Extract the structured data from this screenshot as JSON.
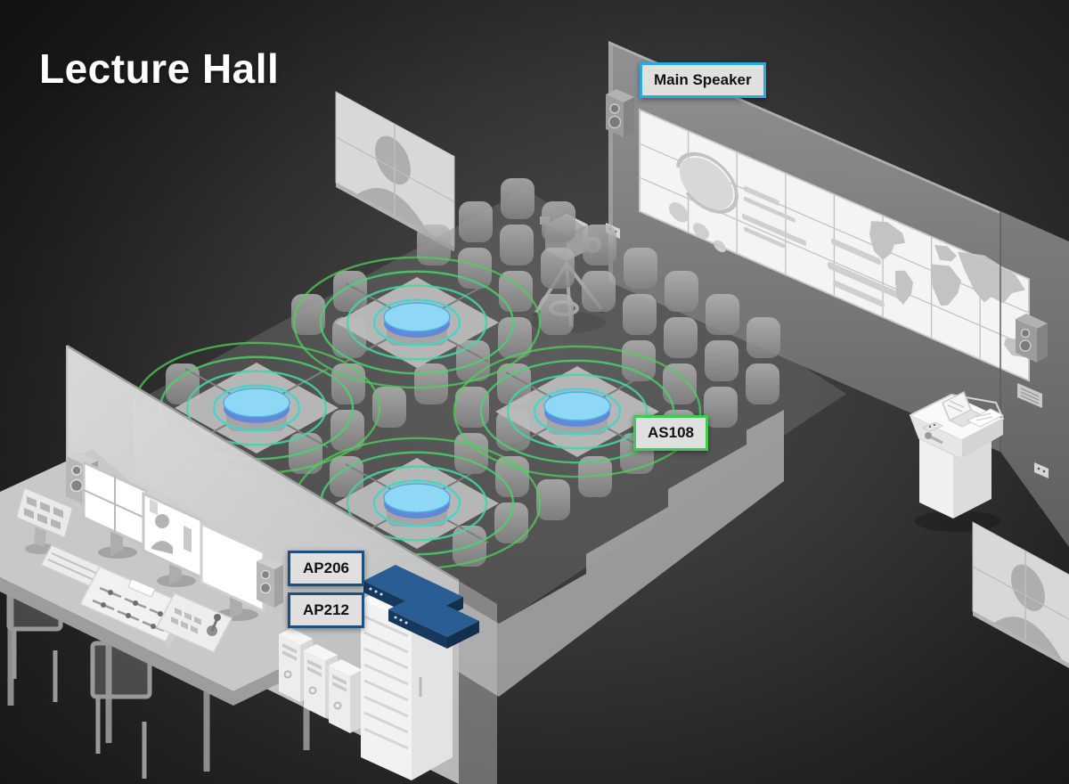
{
  "title": "Lecture Hall",
  "labels": {
    "main_speaker": {
      "text": "Main Speaker",
      "border_color": "#29a9e1"
    },
    "as108": {
      "text": "AS108",
      "border_color": "#3ecb4e"
    },
    "ap206": {
      "text": "AP206",
      "border_color": "#1d4f80"
    },
    "ap212": {
      "text": "AP212",
      "border_color": "#1d4f80"
    }
  },
  "colors": {
    "background_center": "#4a4a4a",
    "background_edge": "#171717",
    "label_background": "#e0e0e0",
    "label_text": "#111111",
    "wall_gray": "#858585",
    "screen_white": "#f4f4f4",
    "device_navy": "#1d4e7e",
    "speaker_disc_blue": "#8ed7f5",
    "speaker_rim_blue": "#6488d8",
    "wave_ring_teal": "#3fd8c8",
    "wave_ring_green": "#4ed15a"
  },
  "scene": {
    "objects": [
      "video-wall-display",
      "presentation-dashboard",
      "world-map",
      "wall-speaker",
      "wall-vent",
      "wall-outlet",
      "remote-presenter-screen",
      "confidence-screen",
      "ptz-camera-tripod",
      "audience-seating",
      "seating-platform",
      "ceiling-speaker",
      "sound-wave-rings",
      "partition-wall",
      "control-room-desk",
      "touch-control-panel",
      "monitor-quad-view",
      "monitor-video-conference",
      "monitor-blank",
      "desk-speaker",
      "keyboard",
      "mouse",
      "audio-mixer",
      "camera-joystick-controller",
      "operator-chair",
      "equipment-rack",
      "network-device",
      "pc-tower",
      "podium",
      "laptop",
      "microphone"
    ]
  }
}
